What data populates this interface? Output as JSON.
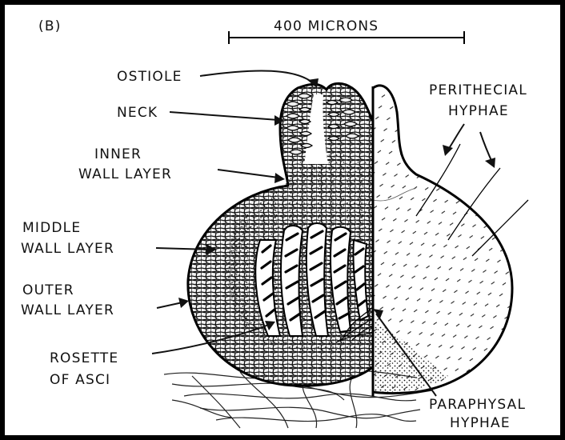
{
  "figure": {
    "panel_label": "(B)",
    "scale_bar_label": "400 MICRONS",
    "labels": {
      "ostiole": "OSTIOLE",
      "neck": "NECK",
      "inner_wall_1": "INNER",
      "inner_wall_2": "WALL LAYER",
      "middle_wall_1": "MIDDLE",
      "middle_wall_2": "WALL LAYER",
      "outer_wall_1": "OUTER",
      "outer_wall_2": "WALL LAYER",
      "rosette_1": "ROSETTE",
      "rosette_2": "OF ASCI",
      "perithecial_1": "PERITHECIAL",
      "perithecial_2": "HYPHAE",
      "paraphysal_1": "PARAPHYSAL",
      "paraphysal_2": "HYPHAE"
    },
    "colors": {
      "ink": "#111111",
      "background": "#ffffff",
      "frame": "#000000"
    }
  }
}
